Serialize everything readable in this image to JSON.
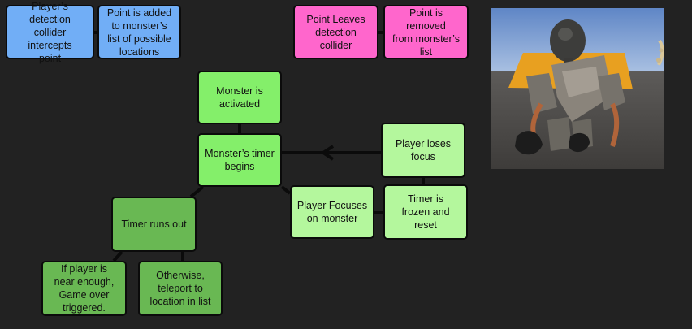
{
  "nodes": {
    "detection_intercept": "Player’s detection\ncollider intercepts\npoint",
    "point_added": "Point is added\nto monster’s\nlist of possible\nlocations",
    "point_leaves": "Point Leaves\ndetection collider",
    "point_removed": "Point is removed\nfrom monster’s\nlist",
    "monster_activated": "Monster is\nactivated",
    "timer_begins": "Monster’s timer\nbegins",
    "loses_focus": "Player loses focus",
    "focuses": "Player Focuses\non monster",
    "frozen": "Timer is\nfrozen and\nreset",
    "runs_out": "Timer runs out",
    "game_over": "If player is\nnear enough,\nGame over\ntriggered.",
    "teleport": "Otherwise,\nteleport to\nlocation in list"
  },
  "colors": {
    "background": "#222222",
    "blue": "#71aef6",
    "pink": "#ff66cc",
    "green_bright": "#84ef6a",
    "green_light": "#b4f79d",
    "green_mid": "#69b853",
    "connector": "#0b0b0b"
  },
  "image": {
    "subject": "3d-rendered-monster-figure"
  }
}
